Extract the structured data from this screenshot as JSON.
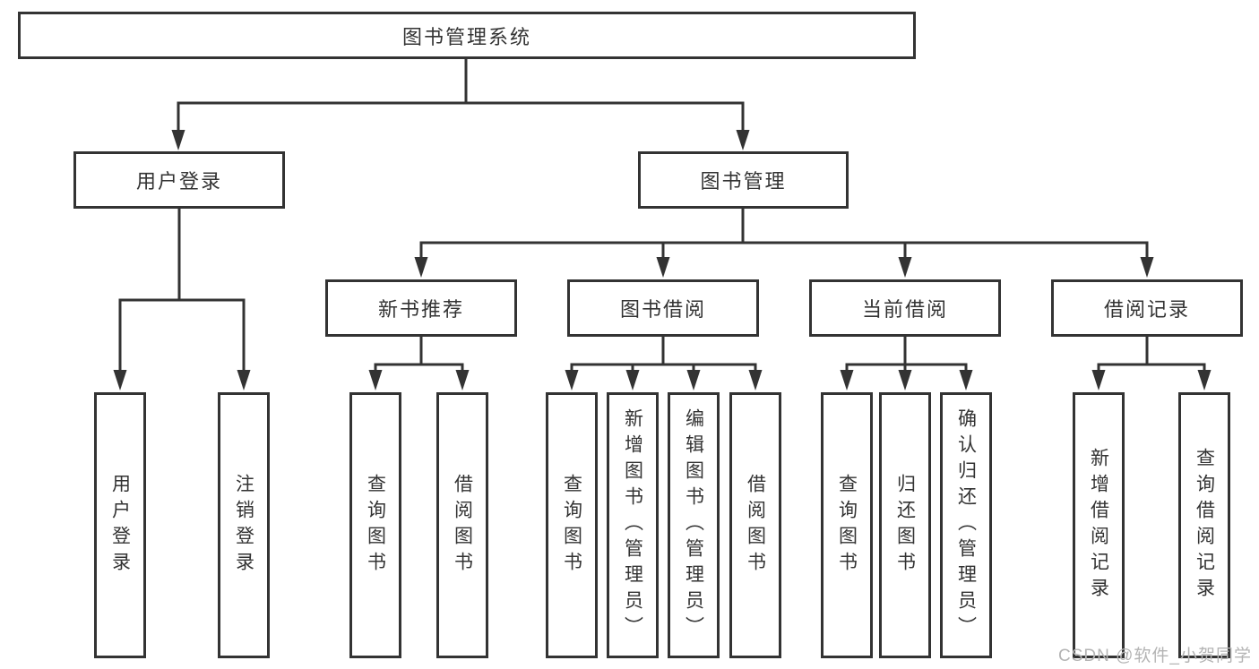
{
  "colors": {
    "background": "#ffffff",
    "line": "#333333",
    "box_border": "#333333",
    "text": "#333333",
    "watermark": "#b4b4b4"
  },
  "watermark": {
    "text": "CSDN @软件_小贺同学"
  },
  "tree": {
    "label": "图书管理系统",
    "children": [
      {
        "label": "用户登录",
        "children": [
          {
            "label": "用户登录"
          },
          {
            "label": "注销登录"
          }
        ]
      },
      {
        "label": "图书管理",
        "children": [
          {
            "label": "新书推荐",
            "children": [
              {
                "label": "查询图书"
              },
              {
                "label": "借阅图书"
              }
            ]
          },
          {
            "label": "图书借阅",
            "children": [
              {
                "label": "查询图书"
              },
              {
                "label": "新增图书（管理员）"
              },
              {
                "label": "编辑图书（管理员）"
              },
              {
                "label": "借阅图书"
              }
            ]
          },
          {
            "label": "当前借阅",
            "children": [
              {
                "label": "查询图书"
              },
              {
                "label": "归还图书"
              },
              {
                "label": "确认归还（管理员）"
              }
            ]
          },
          {
            "label": "借阅记录",
            "children": [
              {
                "label": "新增借阅记录"
              },
              {
                "label": "查询借阅记录"
              }
            ]
          }
        ]
      }
    ]
  }
}
